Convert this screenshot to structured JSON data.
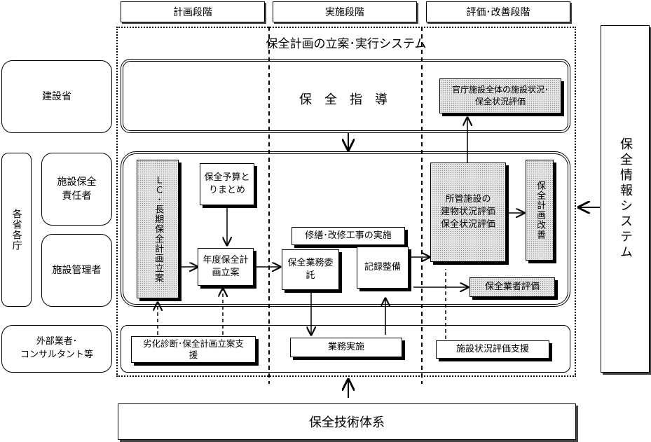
{
  "phases": [
    "計画段階",
    "実施段階",
    "評価･改善段階"
  ],
  "system_title": "保全計画の立案･実行システム",
  "left_labels": {
    "ministry": "建設省",
    "agencies": "各省各庁",
    "facility_manager_responsible": [
      "施設保全",
      "責任者"
    ],
    "facility_administrator": "施設管理者",
    "contractors": [
      "外部業者･",
      "コンサルタント等"
    ]
  },
  "guidance": "保　全　指　導",
  "government_eval": [
    "官庁施設全体の施設状況･",
    "保全状況評価"
  ],
  "boxes": {
    "lc_plan": "ＬＣ･長期保全計画立案",
    "budget": [
      "保全予算と",
      "りまとめ"
    ],
    "annual_plan": [
      "年度保全計",
      "画立案"
    ],
    "repair": "修繕･改修工事の実施",
    "commission": [
      "保全業務委",
      "託"
    ],
    "records": "記録整備",
    "facility_eval": [
      "所管施設の",
      "建物状況評価",
      "保全状況評価"
    ],
    "plan_improve": "保全計画改善",
    "contractor_eval": "保全業者評価",
    "support_diagnosis": [
      "劣化診断･保全計画立案支",
      "援"
    ],
    "work_execution": "業務実施",
    "eval_support": "施設状況評価支援"
  },
  "info_system": "保全情報システム",
  "tech_system": "保全技術体系"
}
